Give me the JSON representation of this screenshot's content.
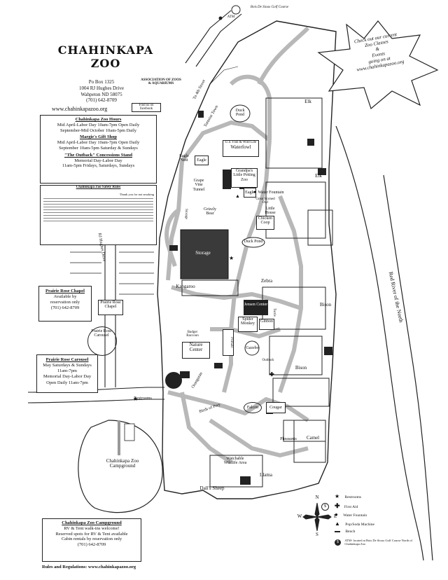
{
  "logo": {
    "text": "CHAHINKAPA ZOO",
    "association": "ASSOCIATION OF ZOOS & AQUARIUMS",
    "social": "Find us on facebook"
  },
  "address": {
    "po": "Po Box 1325",
    "street": "1004 RJ Hughes Drive",
    "city": "Wahpeton ND 58075",
    "phone": "(701) 642-8709",
    "website": "www.chahinkapazoo.org"
  },
  "star_banner": {
    "lines": [
      "Check out our current",
      "Zoo Classes",
      "&",
      "Events",
      "going on at",
      "www.chahinkapazoo.org"
    ]
  },
  "hours": {
    "title": "Chahinkapa Zoo Hours",
    "line1": "Mid April-Labor Day  10am-7pm Open Daily",
    "line2": "September-Mid October 10am-5pm Daily",
    "gift_title": "Margie's Gift Shop",
    "gift1": "Mid April-Labor Day 10am-7pm Open Daily",
    "gift2": "September 10am-5pm Saturday & Sundays",
    "outback_title": "\"The Outback\" Concessions Stand",
    "outback1": "Memorial Day-Labor Day",
    "outback2": "11am-5pm Fridays, Saturdays, Sundays"
  },
  "safety": {
    "title": "Chahinkapa Zoo Safety Rules",
    "thanks": "Thank you for not smoking"
  },
  "chapel": {
    "title": "Prairie Rose Chapel",
    "line1": "Available by",
    "line2": "reservation only",
    "phone": "(701) 642-8709"
  },
  "carousel": {
    "title": "Prairie Rose Carousel",
    "line1": "May Saturdays & Sundays",
    "line2": "11am-7pm",
    "line3": "Memorial Day-Labor Day",
    "line4": "Open Daily 11am-7pm"
  },
  "campground": {
    "title": "Chahinkapa Zoo Campground",
    "line1": "RV & Tent walk-ins welcome!",
    "line2": "Reserved spots for RV & Tent available",
    "line3": "Cabin rentals by reservation only",
    "phone": "(701) 642-8709",
    "rules": "Rules and Regulations: www.chahinkapazoo.org"
  },
  "legend": {
    "restrooms": "Restrooms",
    "first_aid": "First Aid",
    "water": "Water Fountain",
    "pop": "Pop/Soda Machine",
    "bench": "Bench",
    "atm": "ATM- located at Bois De Sioux Golf Course North of Chahinkapa Zoo"
  },
  "compass": {
    "n": "N",
    "s": "S",
    "e": "E",
    "w": "W"
  },
  "map_labels": {
    "golf": "Bois De Sioux Golf Course",
    "atm_top": "ATM",
    "to_4th": "To 4th Street",
    "rj_hughes": "RJ Hughes Drive",
    "red_river": "Red River of the North",
    "tortoise": "Tortoise Town",
    "duck_pond_top": "Duck Pond",
    "waterfowl_small": "U.S. Fish & Wild Life",
    "waterfowl": "Waterfowl",
    "eagle_nest": "Eagle Nest",
    "eagle1": "Eagle",
    "eagle2": "Eagle",
    "grape_tunnel": "Grape Vine Tunnel",
    "petting": "Grandpa's Little Petting Zoo",
    "water_fountain": "Water Fountain",
    "owl": "Great Horned Owl",
    "little_house": "Little House",
    "grizzly": "Grizzly Bear",
    "storage": "Storage",
    "chicken": "Chicken Coop",
    "duck_pond": "Duck Pond",
    "elk1": "Elk",
    "elk2": "Elk",
    "kangaroo": "Kangaroo",
    "zebra": "Zebra",
    "bison1": "Bison",
    "bison2": "Bison",
    "chapel_map": "Prairie Rose Chapel",
    "carousel_map": "Prairie Rose Carousel",
    "nature": "Nature Center",
    "primate": "Primate",
    "spider": "Spider Monkey",
    "gibbon": "Gibbon",
    "jensen": "Jensen Center",
    "gazebo": "Gazebo",
    "restrooms_map": "Restrooms",
    "outback": "Outback",
    "falcon": "Falcon",
    "cougar": "Cougar",
    "pheasants": "Pheasants",
    "camel": "Camel",
    "wildlife": "Watchable Wildlife Area",
    "llama": "Llama",
    "dalls": "Dall's Sheep",
    "campground_map": "Chahinkapa Zoo Campground",
    "birds_of_prey": "Birds of Prey",
    "orangutan": "Orangutan",
    "badger": "Badger Raccoon",
    "turtle": "Turtle",
    "storage2": "Storage"
  }
}
